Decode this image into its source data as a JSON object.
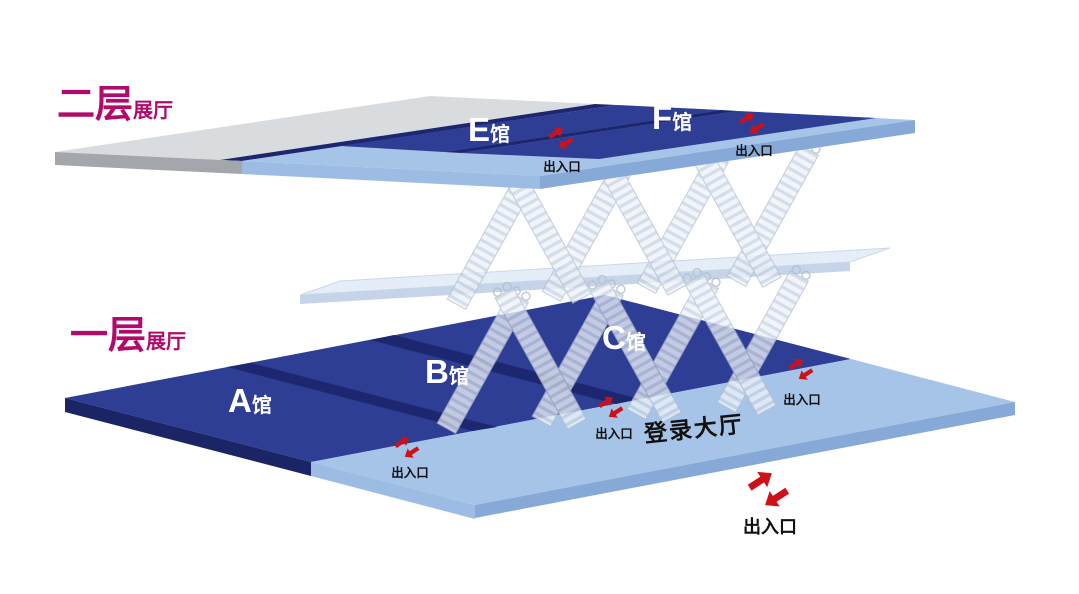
{
  "diagram": {
    "floor2": {
      "name": "二层",
      "suffix": "展厅"
    },
    "floor1": {
      "name": "一层",
      "suffix": "展厅"
    },
    "halls": {
      "A": {
        "letter": "A",
        "suffix": "馆"
      },
      "B": {
        "letter": "B",
        "suffix": "馆"
      },
      "C": {
        "letter": "C",
        "suffix": "馆"
      },
      "E": {
        "letter": "E",
        "suffix": "馆"
      },
      "F": {
        "letter": "F",
        "suffix": "馆"
      }
    },
    "lobby_label": "登录大厅",
    "entrance": "出入口",
    "colors": {
      "hall": "#2e3e95",
      "divider": "#1c2770",
      "walkway": "#a6c4e8",
      "gray": "#d9dcdf",
      "gray_edge": "#a3a7ac",
      "magenta": "#b00a6a",
      "red": "#ce1118",
      "stair": "#eef2f8",
      "stair_tread": "#c8d4e5"
    }
  }
}
